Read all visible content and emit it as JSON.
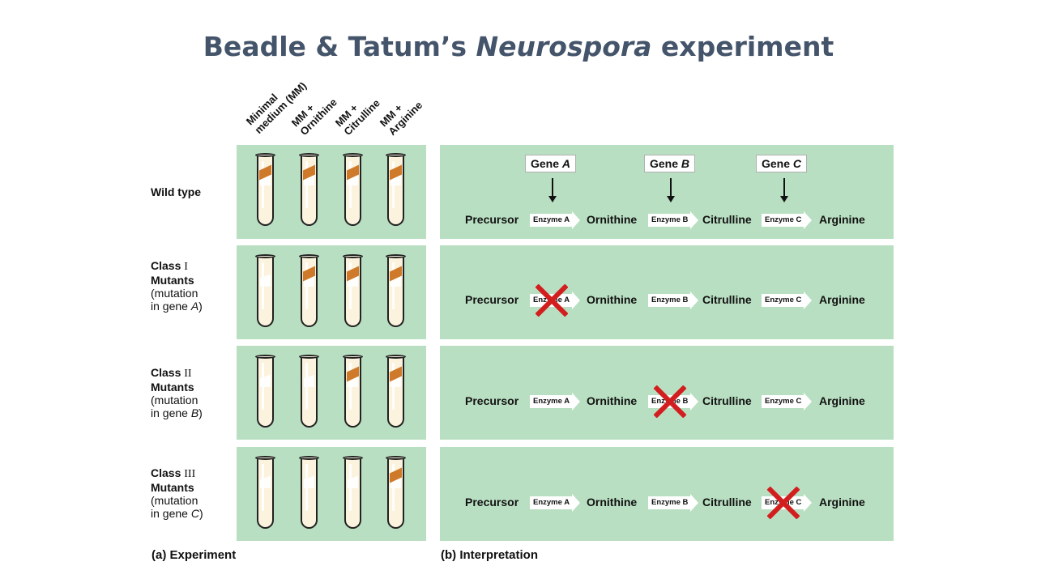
{
  "title": {
    "main": "Beadle & Tatum’s ",
    "italic": "Neurospora",
    "rest": " experiment"
  },
  "columns": [
    {
      "line1": "Minimal",
      "line2": "medium (MM)"
    },
    {
      "line1": "MM +",
      "line2": "Ornithine"
    },
    {
      "line1": "MM +",
      "line2": "Citrulline"
    },
    {
      "line1": "MM +",
      "line2": "Arginine"
    }
  ],
  "rows": [
    {
      "label": "Wild type",
      "growth": [
        true,
        true,
        true,
        true
      ]
    },
    {
      "line1_prefix": "Class ",
      "line1_numeral": "I",
      "line2": "Mutants",
      "line3": "(mutation",
      "line4_prefix": "in gene ",
      "line4_gene": "A",
      "line4_suffix": ")",
      "growth": [
        false,
        true,
        true,
        true
      ]
    },
    {
      "line1_prefix": "Class ",
      "line1_numeral": "II",
      "line2": "Mutants",
      "line3": "(mutation",
      "line4_prefix": "in gene ",
      "line4_gene": "B",
      "line4_suffix": ")",
      "growth": [
        false,
        false,
        true,
        true
      ]
    },
    {
      "line1_prefix": "Class ",
      "line1_numeral": "III",
      "line2": "Mutants",
      "line3": "(mutation",
      "line4_prefix": "in gene ",
      "line4_gene": "C",
      "line4_suffix": ")",
      "growth": [
        false,
        false,
        false,
        true
      ]
    }
  ],
  "genes": [
    {
      "prefix": "Gene ",
      "letter": "A"
    },
    {
      "prefix": "Gene ",
      "letter": "B"
    },
    {
      "prefix": "Gene ",
      "letter": "C"
    }
  ],
  "compounds": [
    "Precursor",
    "Ornithine",
    "Citrulline",
    "Arginine"
  ],
  "enzymes": [
    "Enzyme A",
    "Enzyme B",
    "Enzyme C"
  ],
  "blocked_enzyme_by_row": [
    null,
    0,
    1,
    2
  ],
  "footer": {
    "experiment_prefix": "(a)",
    "experiment_label": "Experiment",
    "interpretation_prefix": "(b)",
    "interpretation_label": "Interpretation"
  },
  "colors": {
    "panel": "#b9dfc2",
    "title": "#44546a",
    "growth": "#cf7a2a",
    "xmark": "#d21e1e"
  }
}
